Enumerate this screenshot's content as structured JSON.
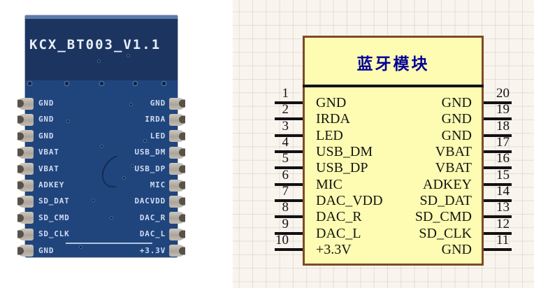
{
  "photo": {
    "board_title": "KCX_BT003_V1.1",
    "left_labels": [
      "GND",
      "GND",
      "GND",
      "VBAT",
      "VBAT",
      "ADKEY",
      "SD_DAT",
      "SD_CMD",
      "SD_CLK",
      "GND"
    ],
    "right_labels": [
      "GND",
      "IRDA",
      "LED",
      "USB_DM",
      "USB_DP",
      "MIC",
      "DACVDD",
      "DAC_R",
      "DAC_L",
      "+3.3V"
    ],
    "colors": {
      "pcb_body": "#20457c",
      "pcb_antenna": "#1c3560",
      "silkscreen": "#cfdaf2",
      "pad": "#b3ada3"
    }
  },
  "schematic": {
    "title": "蓝牙模块",
    "left_pins": [
      {
        "num": "1",
        "name": "GND"
      },
      {
        "num": "2",
        "name": "IRDA"
      },
      {
        "num": "3",
        "name": "LED"
      },
      {
        "num": "4",
        "name": "USB_DM"
      },
      {
        "num": "5",
        "name": "USB_DP"
      },
      {
        "num": "6",
        "name": "MIC"
      },
      {
        "num": "7",
        "name": "DAC_VDD"
      },
      {
        "num": "8",
        "name": "DAC_R"
      },
      {
        "num": "9",
        "name": "DAC_L"
      },
      {
        "num": "10",
        "name": "+3.3V"
      }
    ],
    "right_pins": [
      {
        "num": "20",
        "name": "GND"
      },
      {
        "num": "19",
        "name": "GND"
      },
      {
        "num": "18",
        "name": "GND"
      },
      {
        "num": "17",
        "name": "VBAT"
      },
      {
        "num": "16",
        "name": "VBAT"
      },
      {
        "num": "15",
        "name": "ADKEY"
      },
      {
        "num": "14",
        "name": "SD_DAT"
      },
      {
        "num": "13",
        "name": "SD_CMD"
      },
      {
        "num": "12",
        "name": "SD_CLK"
      },
      {
        "num": "11",
        "name": "GND"
      }
    ],
    "colors": {
      "box_fill": "#fdfcb2",
      "box_border": "#7e4a26",
      "title_text": "#000096",
      "pin_text": "#141414"
    }
  }
}
